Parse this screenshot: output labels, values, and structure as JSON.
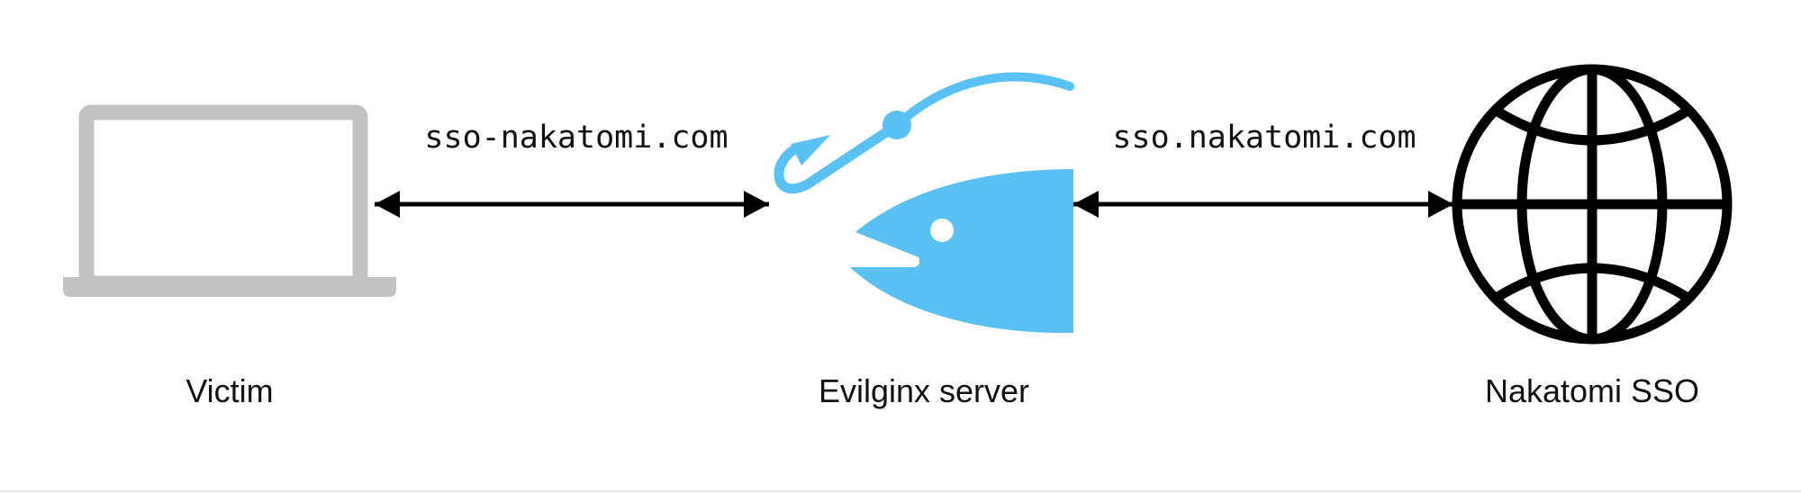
{
  "nodes": {
    "victim": {
      "label": "Victim",
      "icon": "laptop-icon",
      "color": "#c2c2c2"
    },
    "evilginx": {
      "label": "Evilginx server",
      "icon": "phishing-fish-hook-icon",
      "color": "#5ac1f5"
    },
    "sso": {
      "label": "Nakatomi SSO",
      "icon": "globe-icon",
      "color": "#000000"
    }
  },
  "connections": {
    "victim_to_evilginx": {
      "domain": "sso-nakatomi.com",
      "direction": "bidirectional"
    },
    "evilginx_to_sso": {
      "domain": "sso.nakatomi.com",
      "direction": "bidirectional"
    }
  },
  "colors": {
    "background": "#ffffff",
    "arrow": "#000000",
    "text": "#111111"
  }
}
